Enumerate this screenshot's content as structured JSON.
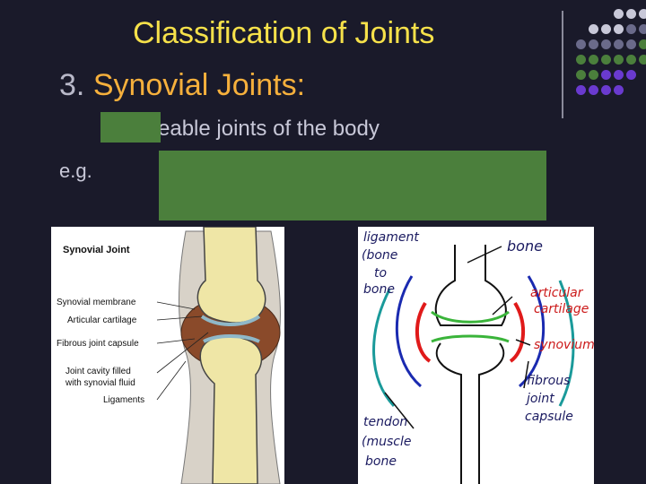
{
  "slide": {
    "title": "Classification of Joints",
    "subtitle_number": "3.",
    "subtitle_text": "Synovial Joints:",
    "bullet_visible": "y moveable joints of the body",
    "example_label": "e.g."
  },
  "left_diagram": {
    "title": "Synovial Joint",
    "labels": [
      "Synovial membrane",
      "Articular cartilage",
      "Fibrous joint capsule",
      "Joint cavity filled",
      "with synovial fluid",
      "Ligaments"
    ]
  },
  "right_diagram": {
    "labels": {
      "ligament": "ligament",
      "ligament_note1": "(bone",
      "ligament_note2": "to",
      "ligament_note3": "bone",
      "bone": "bone",
      "articular1": "articular",
      "articular2": "cartilage",
      "synovium": "synovium",
      "fibrous1": "fibrous",
      "fibrous2": "joint",
      "fibrous3": "capsule",
      "tendon1": "tendon",
      "tendon2": "(muscle",
      "tendon3": "bone"
    }
  },
  "colors": {
    "background": "#1a1a2a",
    "title": "#f6e14a",
    "subtitle": "#f6b03c",
    "green_box": "#4b7f3c"
  }
}
